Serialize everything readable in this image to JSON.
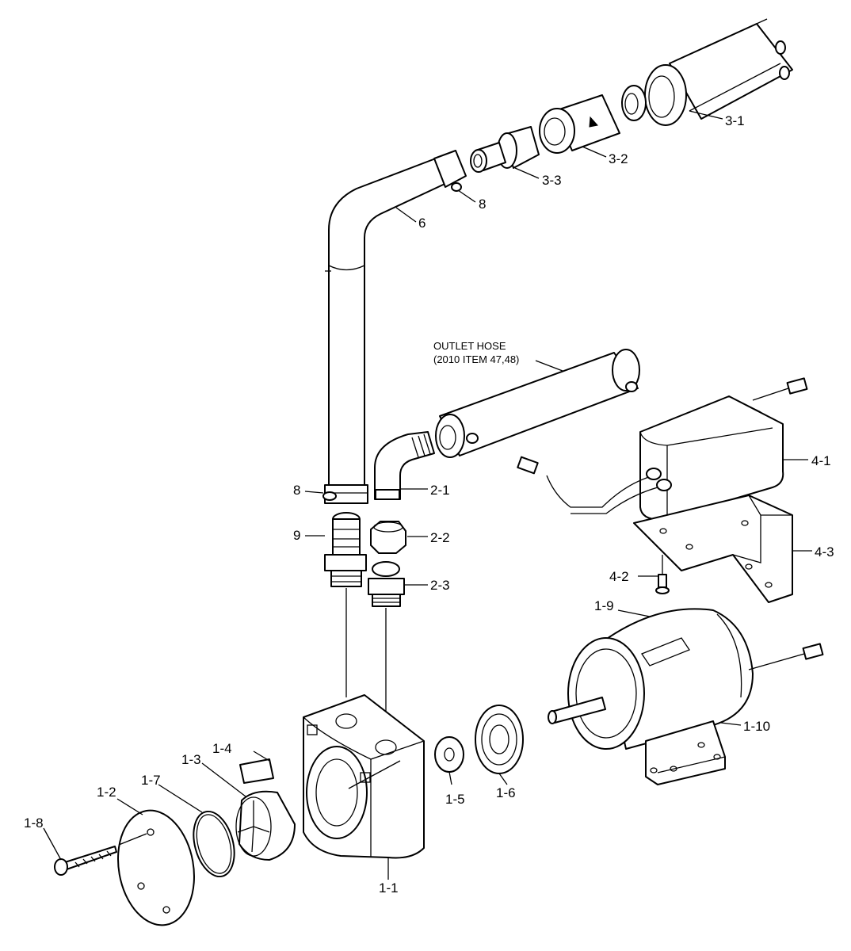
{
  "labels": {
    "p3_1": "3-1",
    "p3_2": "3-2",
    "p3_3": "3-3",
    "p8_top": "8",
    "p6": "6",
    "p8_bottom": "8",
    "p9": "9",
    "p2_1": "2-1",
    "p2_2": "2-2",
    "p2_3": "2-3",
    "p4_1": "4-1",
    "p4_2": "4-2",
    "p4_3": "4-3",
    "p1_9": "1-9",
    "p1_10": "1-10",
    "p1_1": "1-1",
    "p1_2": "1-2",
    "p1_3": "1-3",
    "p1_4": "1-4",
    "p1_5": "1-5",
    "p1_6": "1-6",
    "p1_7": "1-7",
    "p1_8": "1-8"
  },
  "outlet_note": {
    "line1": "OUTLET HOSE",
    "line2": "(2010 ITEM 47,48)"
  }
}
